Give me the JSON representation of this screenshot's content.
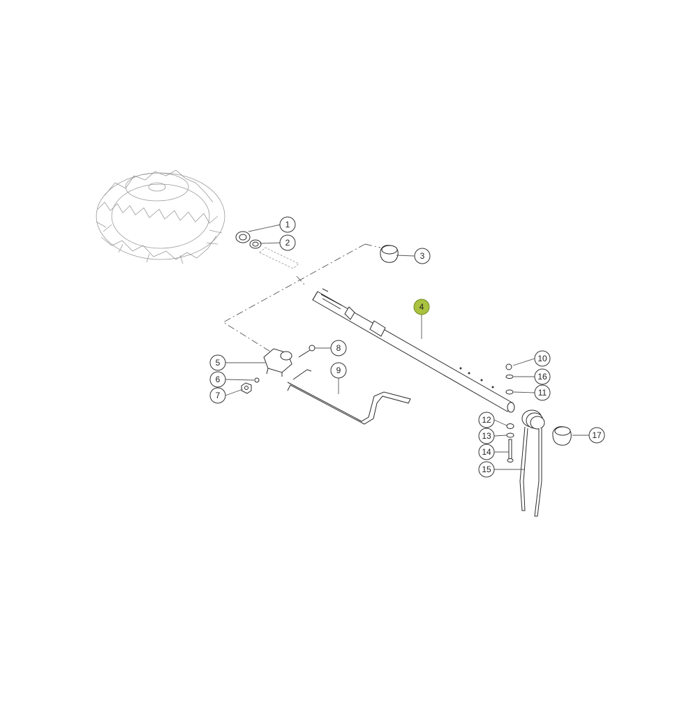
{
  "diagram": {
    "callouts": [
      {
        "id": "1",
        "label": "1"
      },
      {
        "id": "2",
        "label": "2"
      },
      {
        "id": "3",
        "label": "3"
      },
      {
        "id": "4",
        "label": "4",
        "highlight": true
      },
      {
        "id": "5",
        "label": "5"
      },
      {
        "id": "6",
        "label": "6"
      },
      {
        "id": "7",
        "label": "7"
      },
      {
        "id": "8",
        "label": "8"
      },
      {
        "id": "9",
        "label": "9"
      },
      {
        "id": "10",
        "label": "10"
      },
      {
        "id": "11",
        "label": "11"
      },
      {
        "id": "12",
        "label": "12"
      },
      {
        "id": "13",
        "label": "13"
      },
      {
        "id": "14",
        "label": "14"
      },
      {
        "id": "15",
        "label": "15"
      },
      {
        "id": "16",
        "label": "16"
      },
      {
        "id": "17",
        "label": "17"
      }
    ],
    "colors": {
      "highlight": "#a9c23f",
      "line": "#2a2a2a",
      "background": "#ffffff"
    }
  }
}
